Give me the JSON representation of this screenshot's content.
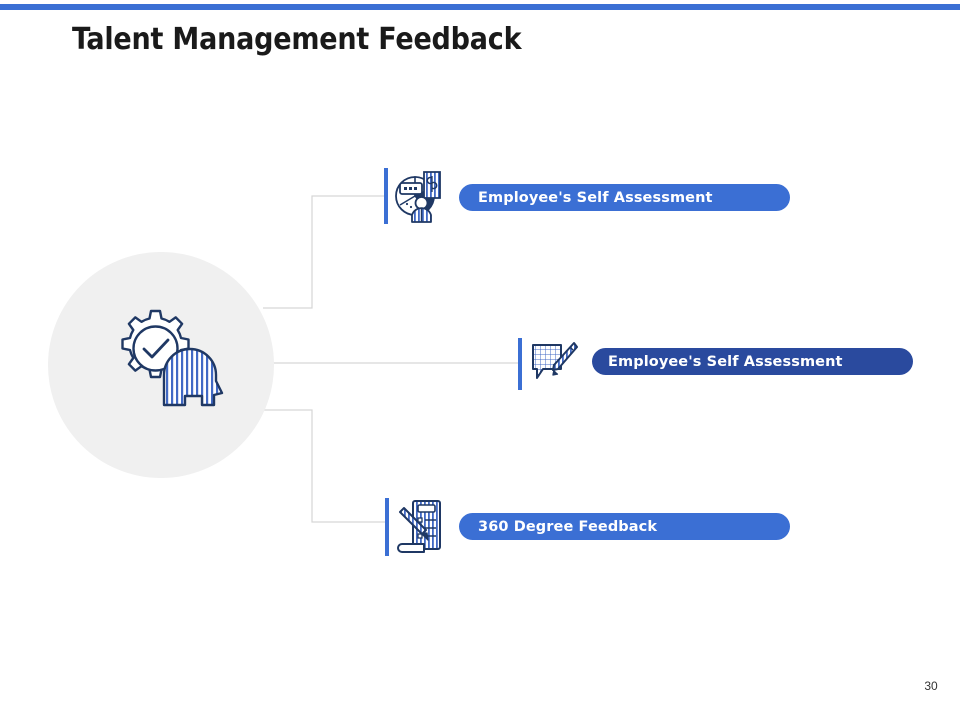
{
  "slide": {
    "title": "Talent Management Feedback",
    "page_number": "30",
    "accent_color": "#3b6fd4",
    "accent_dark_color": "#2a4a9e",
    "hub_circle_color": "#f0f0f0",
    "connector_color": "#d6d6d6",
    "icon_stroke_color": "#1f3864"
  },
  "hub": {
    "icon_name": "gear-check-head-icon"
  },
  "branches": [
    {
      "id": "branch-1",
      "icon_name": "pie-chart-person-report-icon",
      "label": "Employee's Self Assessment",
      "pill_color": "#3b6fd4"
    },
    {
      "id": "branch-2",
      "icon_name": "feedback-note-pen-icon",
      "label": "Employee's Self Assessment",
      "pill_color": "#2a4a9e"
    },
    {
      "id": "branch-3",
      "icon_name": "checklist-clipboard-pen-icon",
      "label": "360 Degree Feedback",
      "pill_color": "#3b6fd4"
    }
  ]
}
